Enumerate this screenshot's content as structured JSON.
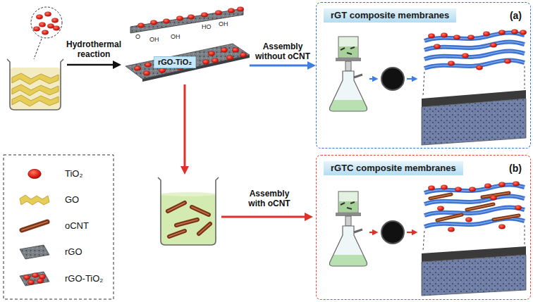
{
  "diagram": {
    "nodes": [
      {
        "text": [
          "rGO-TiO₂"
        ]
      },
      {
        "text": [
          "(a)"
        ]
      },
      {
        "text": [
          "rGT composite membranes"
        ],
        "in": 1
      },
      {
        "text": [
          "(b)"
        ]
      },
      {
        "text": [
          "rGTC composite membranes"
        ],
        "in": 3
      }
    ],
    "edges": [
      {
        "from": 0,
        "to": 1,
        "label": "Assembly without oCNT",
        "arrow": "to"
      }
    ],
    "labels": [
      "O",
      "OH",
      "OH",
      "HO",
      "OH",
      "Hydrothermal reaction",
      "Assembly with oCNT"
    ],
    "legend": [
      {
        "text": "TiO₂"
      },
      {
        "text": "GO"
      },
      {
        "text": "oCNT"
      },
      {
        "text": "rGO"
      },
      {
        "text": "rGO-TiO₂"
      }
    ]
  }
}
